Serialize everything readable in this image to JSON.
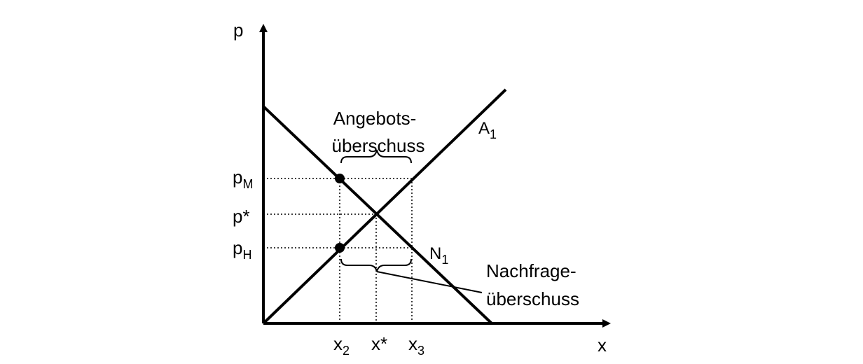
{
  "axes": {
    "y_label": "p",
    "x_label": "x"
  },
  "y_ticks": {
    "pM": {
      "main": "p",
      "sub": "M"
    },
    "pstar": "p*",
    "pH": {
      "main": "p",
      "sub": "H"
    }
  },
  "x_ticks": {
    "x2": {
      "main": "x",
      "sub": "2"
    },
    "xstar": "x*",
    "x3": {
      "main": "x",
      "sub": "3"
    }
  },
  "curves": {
    "supply": {
      "main": "A",
      "sub": "1"
    },
    "demand": {
      "main": "N",
      "sub": "1"
    }
  },
  "annotations": {
    "excess_supply_line1": "Angebots-",
    "excess_supply_line2": "überschuss",
    "excess_demand_line1": "Nachfrage-",
    "excess_demand_line2": "überschuss"
  },
  "colors": {
    "ink": "#000000"
  }
}
